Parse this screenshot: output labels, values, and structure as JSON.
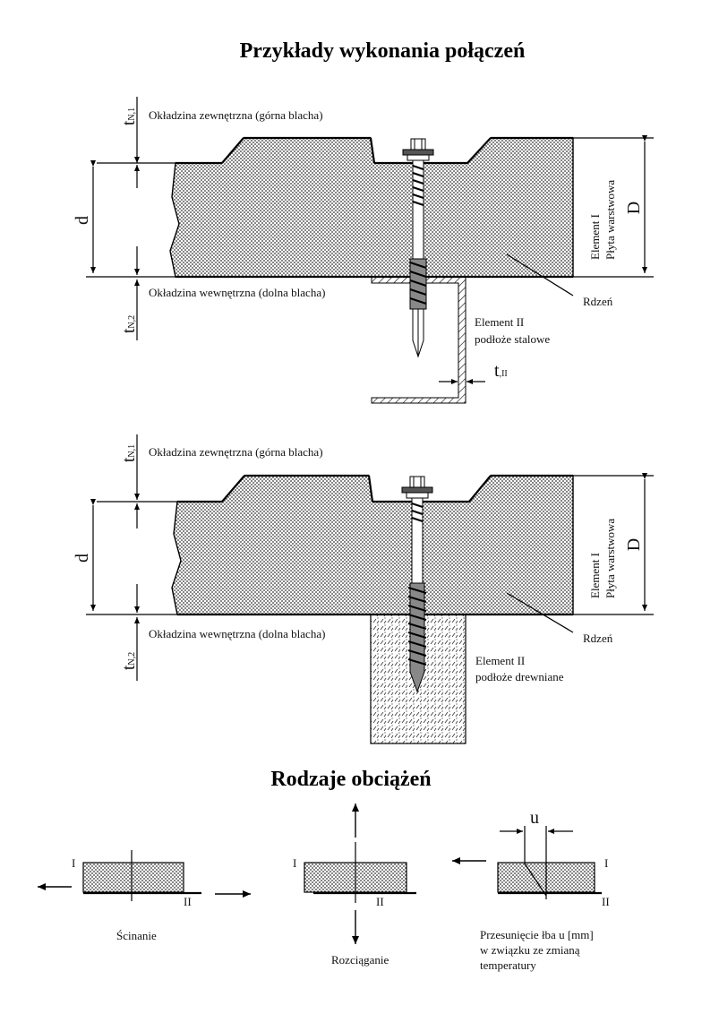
{
  "titles": {
    "main": "Przykłady wykonania połączeń",
    "loads": "Rodzaje obciążeń"
  },
  "diagram_steel": {
    "tn1": "t",
    "tn1_sub": "N,1",
    "outer_sheet": "Okładzina zewnętrzna (górna blacha)",
    "d": "d",
    "inner_sheet": "Okładzina wewnętrzna (dolna blacha)",
    "tn2": "t",
    "tn2_sub": "N,2",
    "element1": "Element I",
    "panel": "Płyta warstwowa",
    "D": "D",
    "core": "Rdzeń",
    "element2": "Element II",
    "substrate": "podłoże stalowe",
    "tII": "t",
    "tII_sub": ",II"
  },
  "diagram_wood": {
    "tn1": "t",
    "tn1_sub": "N,1",
    "outer_sheet": "Okładzina zewnętrzna (górna blacha)",
    "d": "d",
    "inner_sheet": "Okładzina wewnętrzna (dolna blacha)",
    "tn2": "t",
    "tn2_sub": "N,2",
    "element1": "Element I",
    "panel": "Płyta warstwowa",
    "D": "D",
    "core": "Rdzeń",
    "element2": "Element II",
    "substrate": "podłoże drewniane"
  },
  "loads": {
    "shear": {
      "label": "Ścinanie",
      "I": "I",
      "II": "II"
    },
    "tension": {
      "label": "Rozciąganie",
      "I": "I",
      "II": "II"
    },
    "displacement": {
      "line1": "Przesunięcie łba u [mm]",
      "line2": "w związku ze zmianą",
      "line3": "temperatury",
      "u": "u",
      "I": "I",
      "II": "II"
    }
  }
}
